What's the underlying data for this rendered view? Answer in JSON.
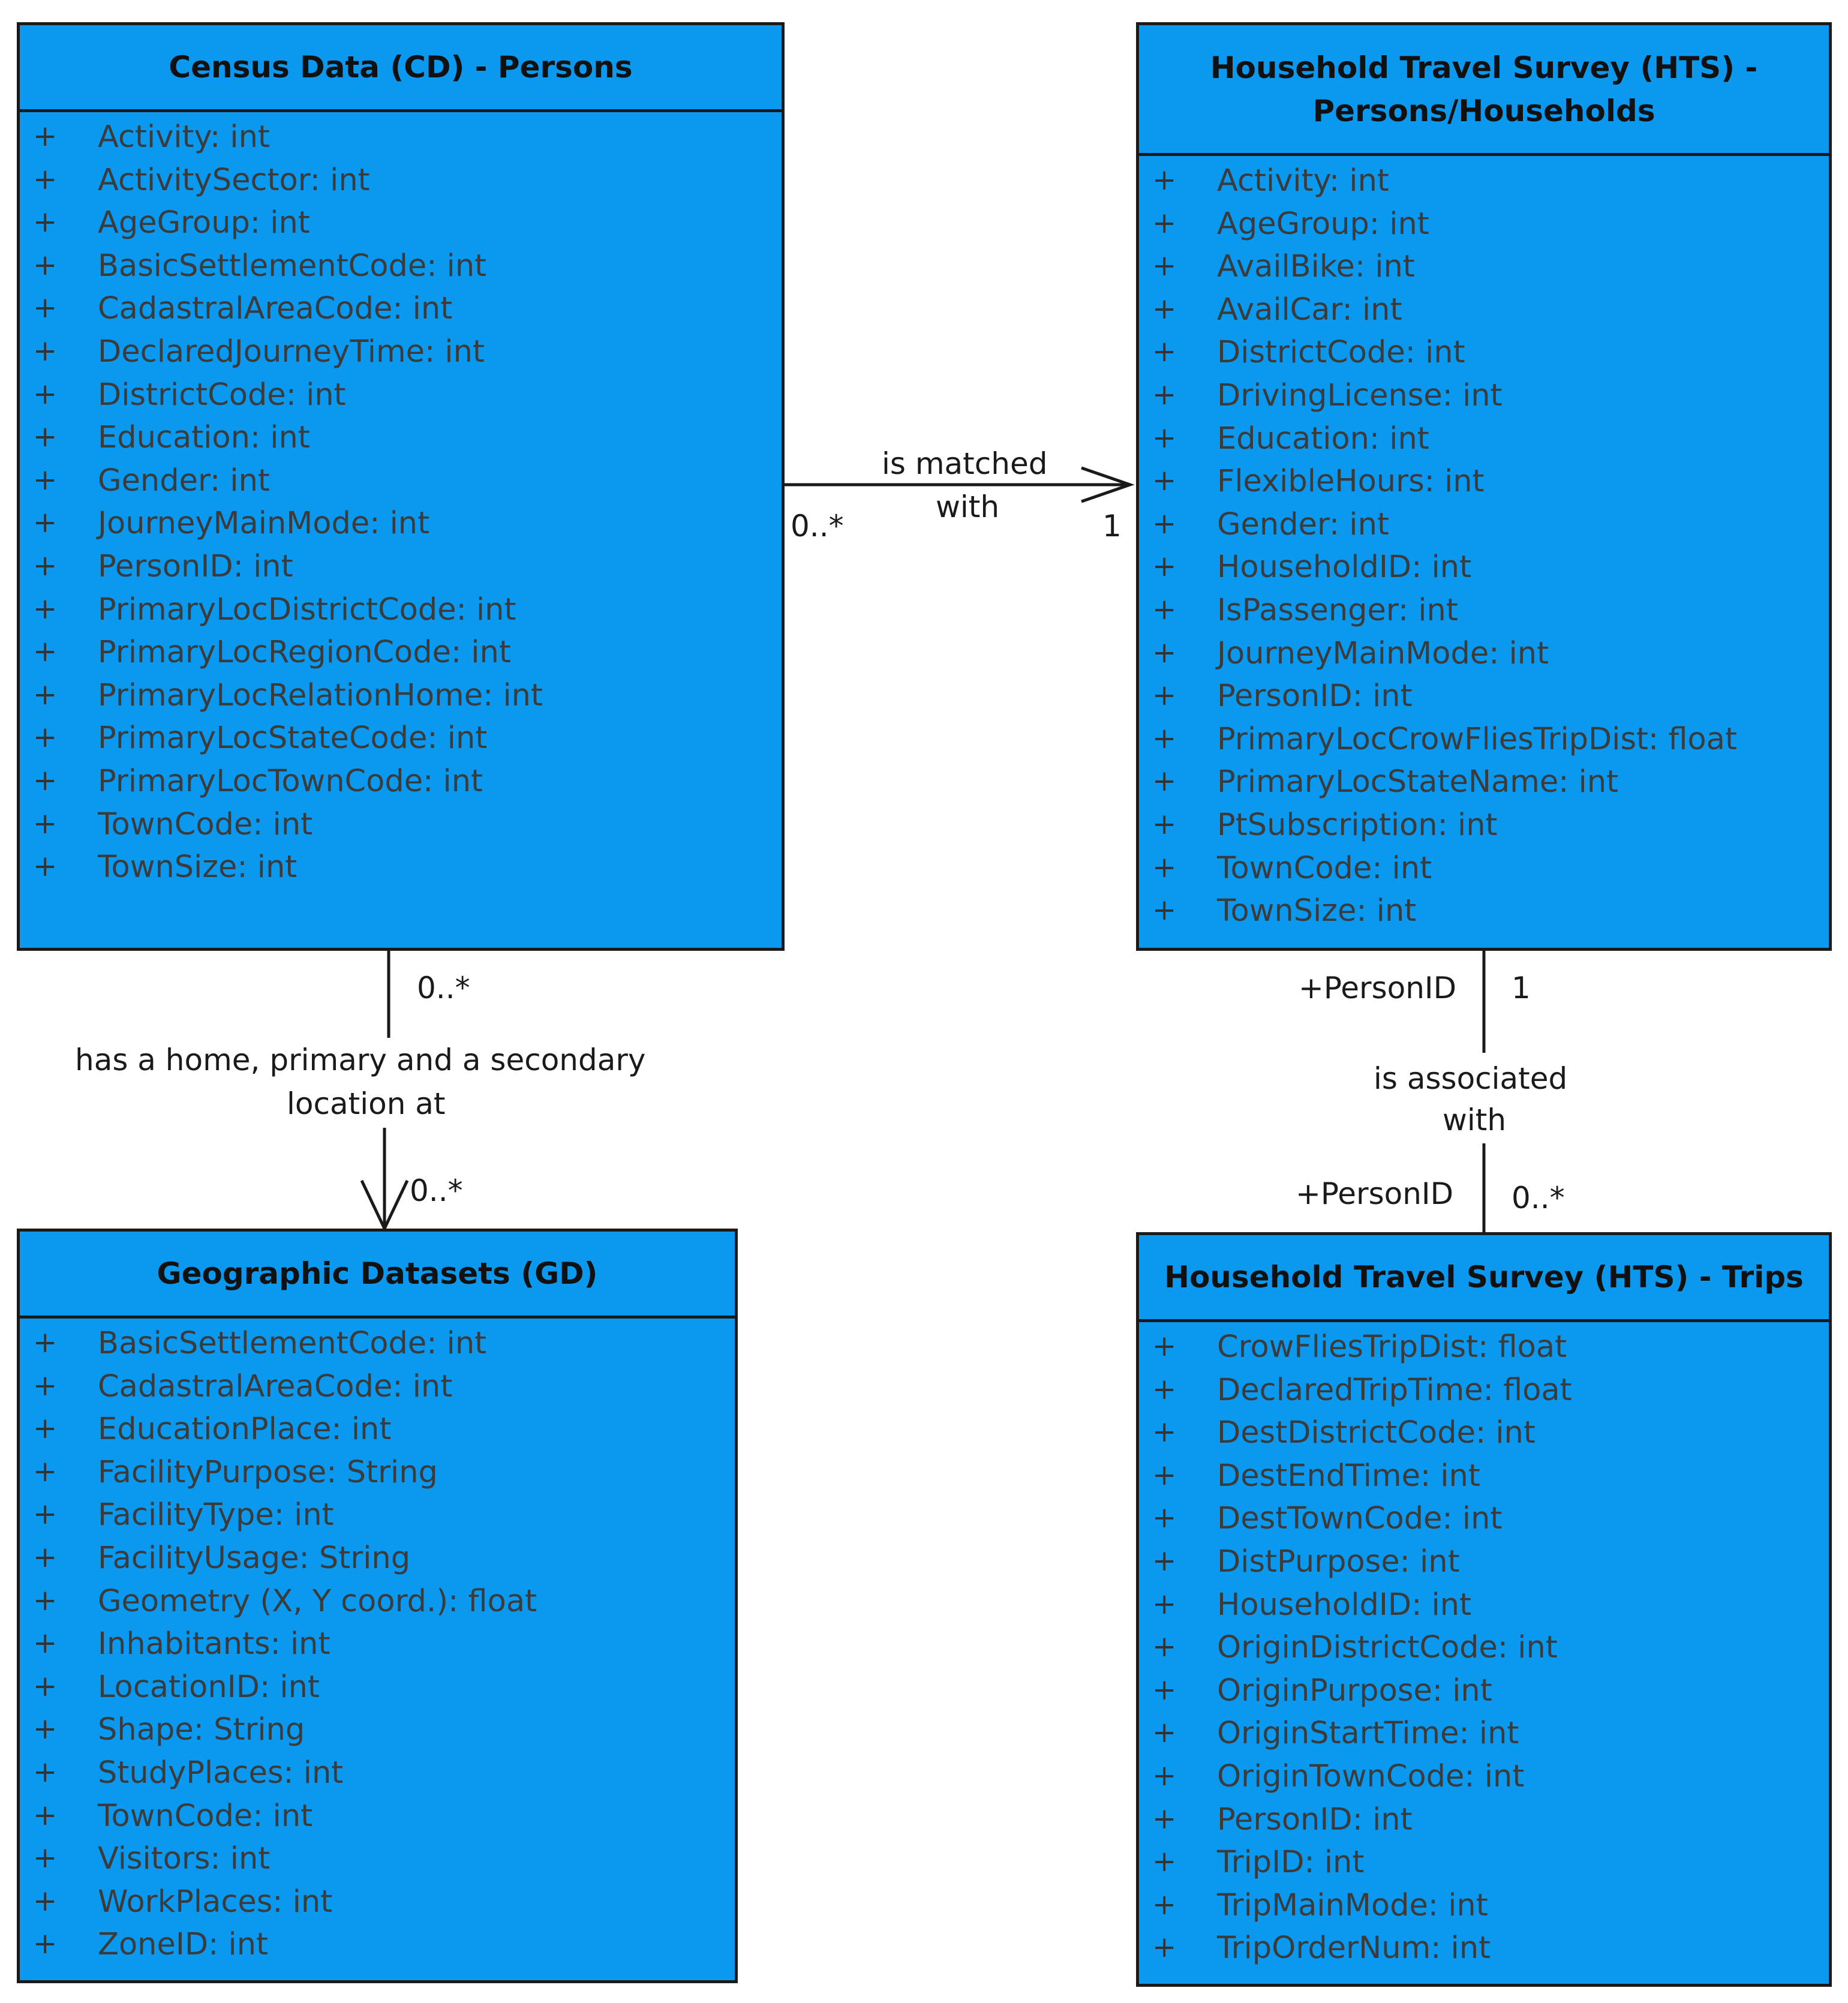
{
  "classes": {
    "census": {
      "title": "Census Data (CD) - Persons",
      "attributes": [
        "Activity: int",
        "ActivitySector: int",
        "AgeGroup: int",
        "BasicSettlementCode: int",
        "CadastralAreaCode: int",
        "DeclaredJourneyTime: int",
        "DistrictCode: int",
        "Education: int",
        "Gender: int",
        "JourneyMainMode: int",
        "PersonID: int",
        "PrimaryLocDistrictCode: int",
        "PrimaryLocRegionCode: int",
        "PrimaryLocRelationHome: int",
        "PrimaryLocStateCode: int",
        "PrimaryLocTownCode: int",
        "TownCode: int",
        "TownSize: int"
      ]
    },
    "hts_persons": {
      "title_line1": "Household Travel Survey (HTS) -",
      "title_line2": "Persons/Households",
      "attributes": [
        "Activity: int",
        "AgeGroup: int",
        "AvailBike: int",
        "AvailCar: int",
        "DistrictCode: int",
        "DrivingLicense: int",
        "Education: int",
        "FlexibleHours: int",
        "Gender: int",
        "HouseholdID: int",
        "IsPassenger: int",
        "JourneyMainMode: int",
        "PersonID: int",
        "PrimaryLocCrowFliesTripDist: float",
        "PrimaryLocStateName: int",
        "PtSubscription: int",
        "TownCode: int",
        "TownSize: int"
      ]
    },
    "geo": {
      "title": "Geographic Datasets (GD)",
      "attributes": [
        "BasicSettlementCode: int",
        "CadastralAreaCode: int",
        "EducationPlace: int",
        "FacilityPurpose: String",
        "FacilityType: int",
        "FacilityUsage: String",
        "Geometry (X, Y coord.): float",
        "Inhabitants: int",
        "LocationID: int",
        "Shape: String",
        "StudyPlaces: int",
        "TownCode: int",
        "Visitors: int",
        "WorkPlaces: int",
        "ZoneID: int"
      ]
    },
    "hts_trips": {
      "title": "Household Travel Survey (HTS) - Trips",
      "attributes": [
        "CrowFliesTripDist: float",
        "DeclaredTripTime: float",
        "DestDistrictCode: int",
        "DestEndTime: int",
        "DestTownCode: int",
        "DistPurpose: int",
        "HouseholdID: int",
        "OriginDistrictCode: int",
        "OriginPurpose: int",
        "OriginStartTime: int",
        "OriginTownCode: int",
        "PersonID: int",
        "TripID: int",
        "TripMainMode: int",
        "TripOrderNum: int"
      ]
    }
  },
  "visibility_symbol": "+",
  "relations": {
    "matched": {
      "label_line1": "is matched",
      "label_line2": "with",
      "source_mult": "0..*",
      "target_mult": "1"
    },
    "location": {
      "label_line1": "has a home, primary and a secondary",
      "label_line2": "location at",
      "source_mult": "0..*",
      "target_mult": "0..*"
    },
    "associated": {
      "label_line1": "is associated",
      "label_line2": "with",
      "source_role": "+PersonID",
      "source_mult": "1",
      "target_role": "+PersonID",
      "target_mult": "0..*"
    }
  },
  "colors": {
    "class_fill": "#0a99ef",
    "border": "#1a1a1a"
  }
}
